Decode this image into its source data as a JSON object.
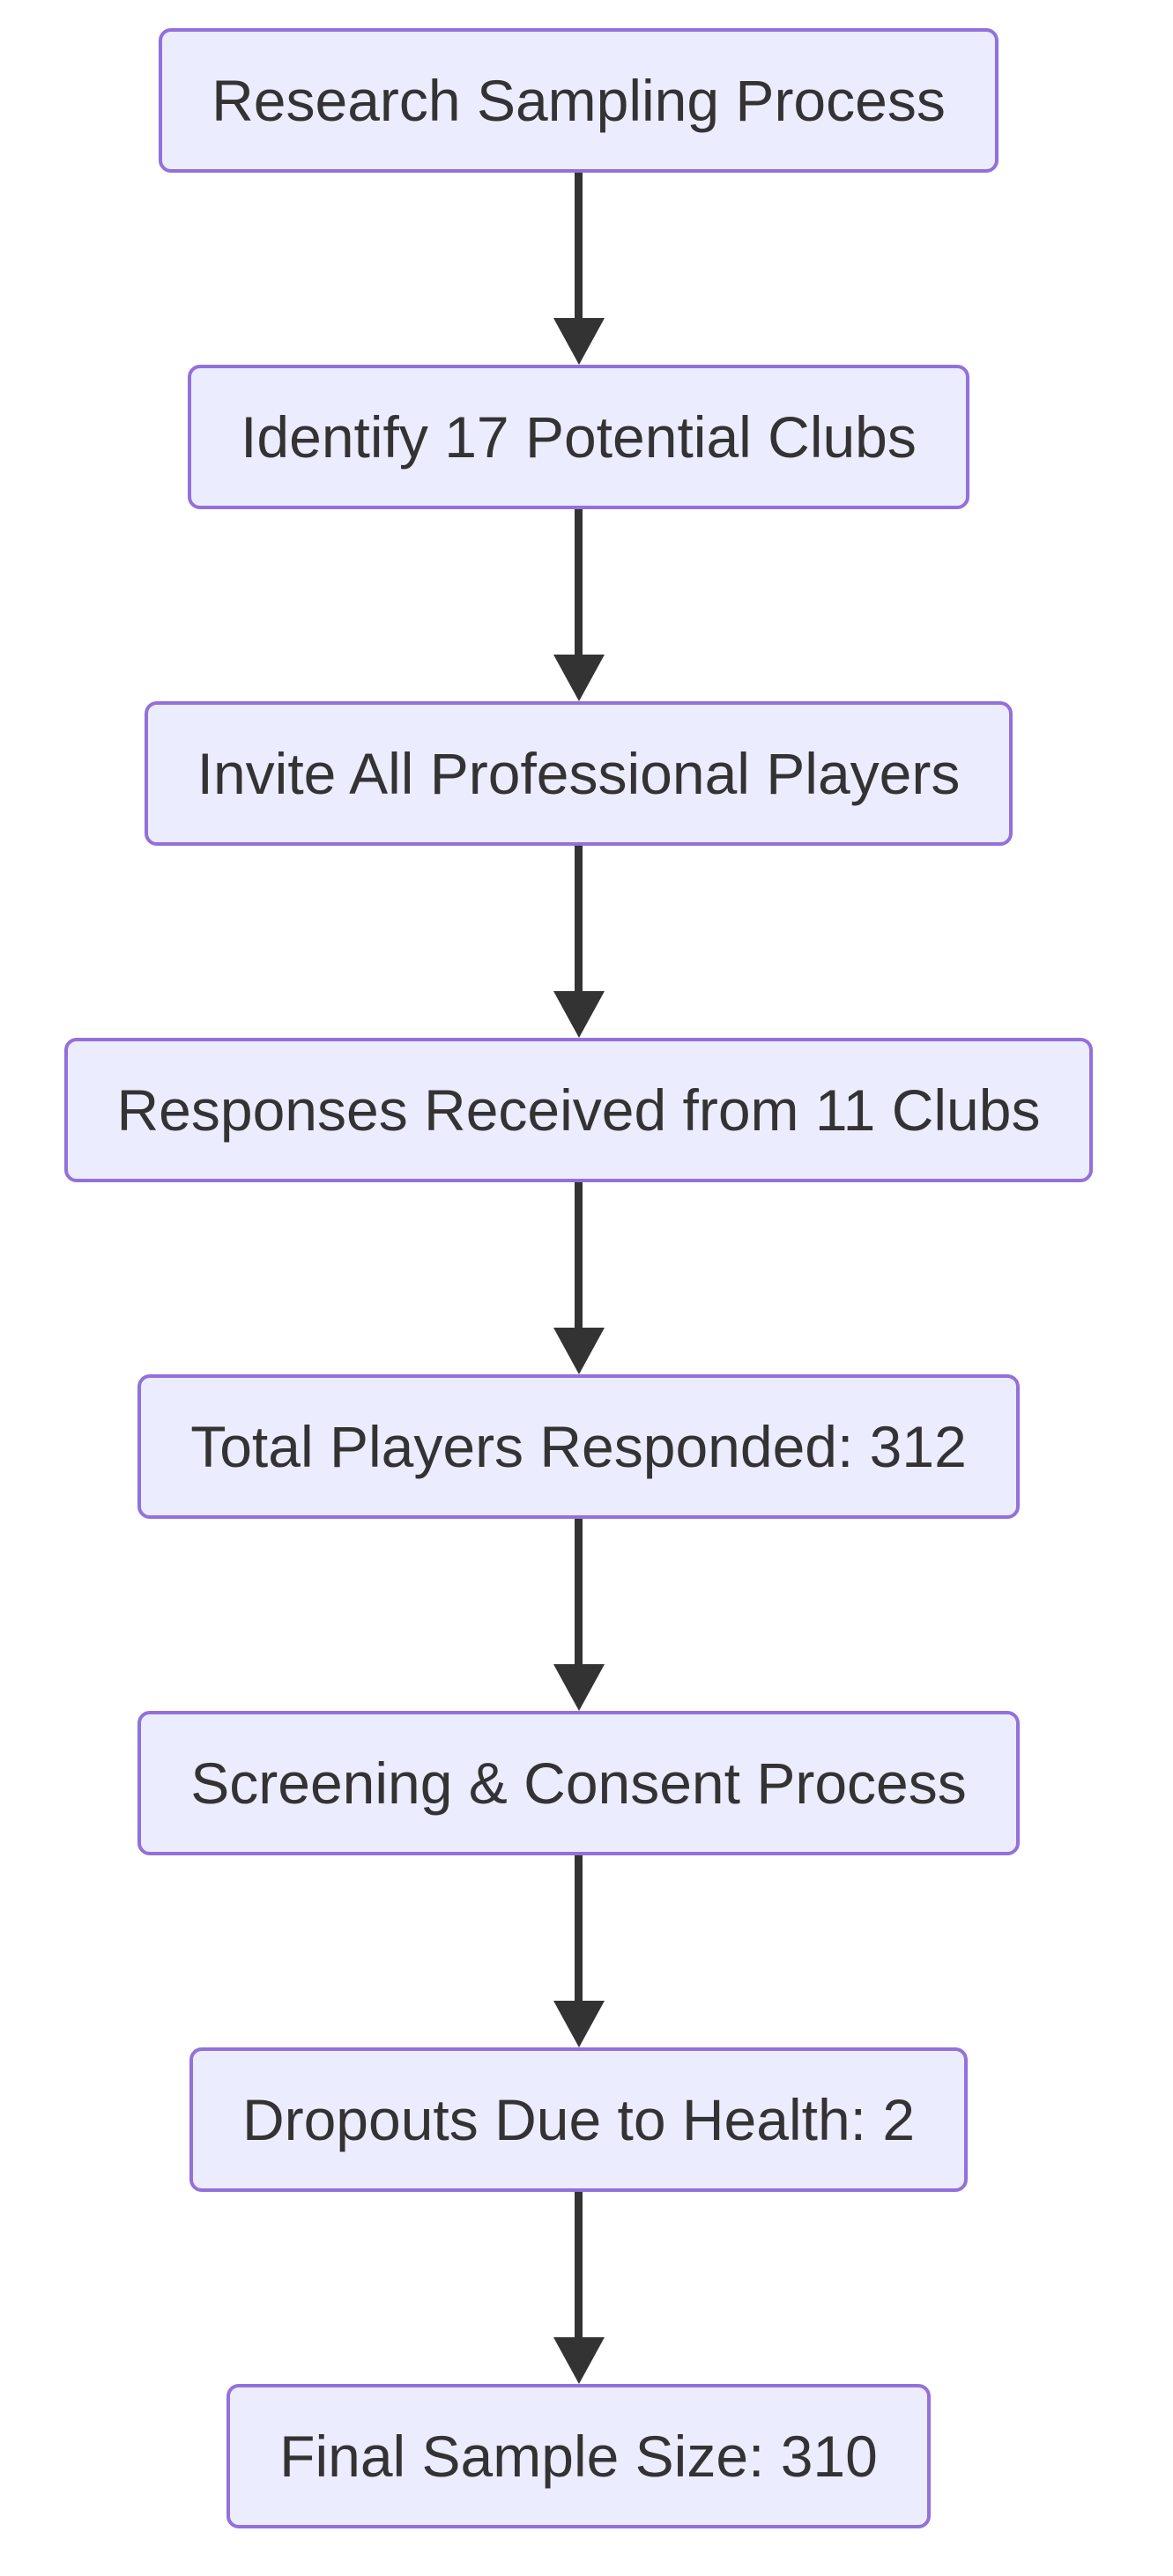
{
  "diagram": {
    "type": "flowchart",
    "direction": "top-down",
    "nodes": [
      {
        "id": "A",
        "label": "Research Sampling Process"
      },
      {
        "id": "B",
        "label": "Identify 17 Potential Clubs"
      },
      {
        "id": "C",
        "label": "Invite All Professional Players"
      },
      {
        "id": "D",
        "label": "Responses Received from 11 Clubs"
      },
      {
        "id": "E",
        "label": "Total Players Responded: 312"
      },
      {
        "id": "F",
        "label": "Screening & Consent Process"
      },
      {
        "id": "G",
        "label": "Dropouts Due to Health: 2"
      },
      {
        "id": "H",
        "label": "Final Sample Size: 310"
      }
    ],
    "edges": [
      {
        "from": "A",
        "to": "B"
      },
      {
        "from": "B",
        "to": "C"
      },
      {
        "from": "C",
        "to": "D"
      },
      {
        "from": "D",
        "to": "E"
      },
      {
        "from": "E",
        "to": "F"
      },
      {
        "from": "F",
        "to": "G"
      },
      {
        "from": "G",
        "to": "H"
      }
    ],
    "colors": {
      "node_fill": "#ECECFF",
      "node_border": "#9370DB",
      "text": "#333333",
      "arrow": "#333333",
      "background": "#FFFFFF"
    }
  }
}
